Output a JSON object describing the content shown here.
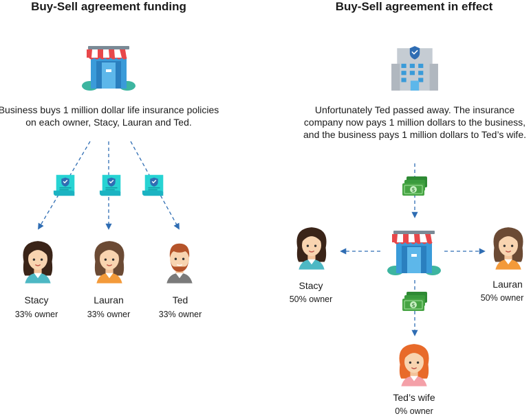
{
  "left": {
    "title": "Buy-Sell agreement funding",
    "description": "Business buys 1 million dollar life insurance policies on each owner, Stacy, Lauran and Ted.",
    "owners": [
      {
        "name": "Stacy",
        "share": "33% owner"
      },
      {
        "name": "Lauran",
        "share": "33% owner"
      },
      {
        "name": "Ted",
        "share": "33% owner"
      }
    ]
  },
  "right": {
    "title": "Buy-Sell agreement in effect",
    "description": "Unfortunately Ted passed away. The insurance company now pays 1 million dollars to the business, and the business pays 1 million dollars to Ted’s wife.",
    "stacy": {
      "name": "Stacy",
      "share": "50% owner"
    },
    "lauran": {
      "name": "Lauran",
      "share": "50% owner"
    },
    "wife": {
      "name": "Ted’s wife",
      "share": "0% owner"
    }
  },
  "icons": {
    "store": "store-icon",
    "insurance_building": "insurance-building-icon",
    "policy": "policy-document-icon",
    "money": "money-stack-icon",
    "woman": "woman-avatar-icon",
    "man": "man-avatar-icon"
  },
  "colors": {
    "arrow": "#2f6db3",
    "awning_red": "#e8474a",
    "store_blue": "#3a9bd9",
    "bush_green": "#3db5a0",
    "policy_cyan": "#27d3d3",
    "money_green": "#46a443",
    "insurance_gray": "#b0b7bf"
  }
}
